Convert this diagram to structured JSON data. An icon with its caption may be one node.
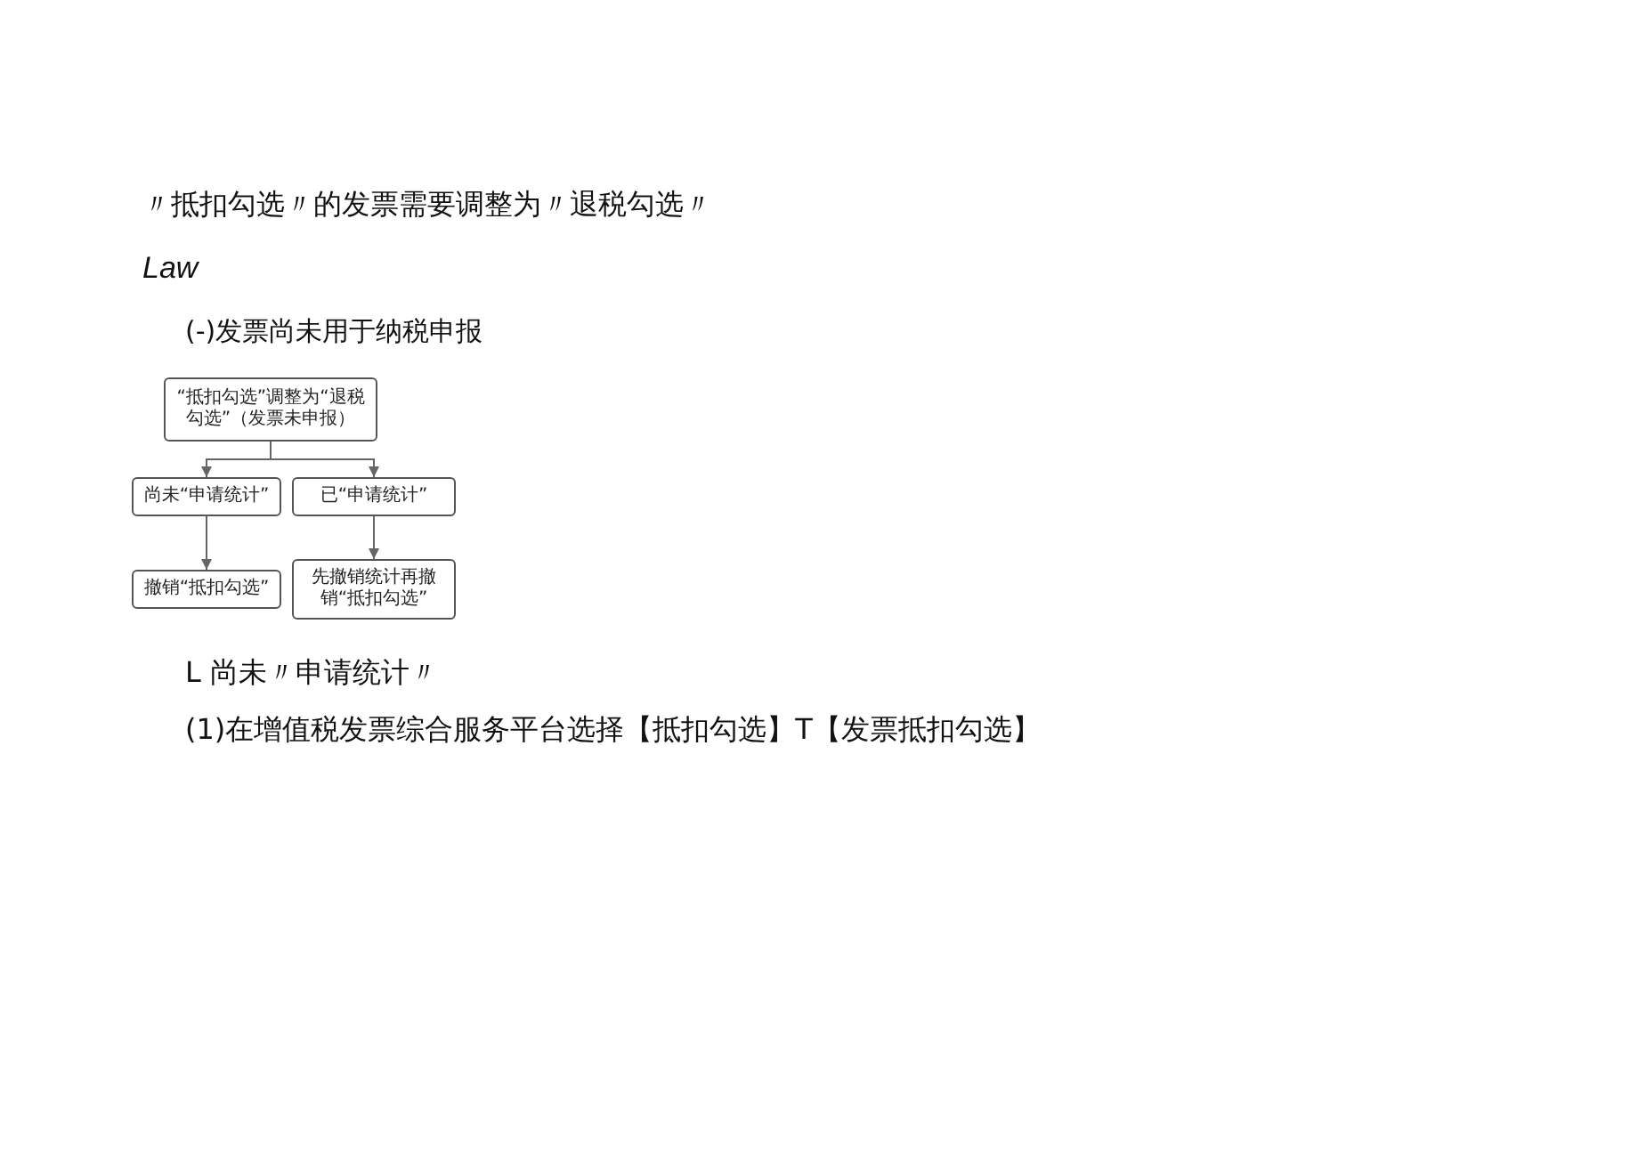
{
  "diagram": {
    "nodes": [
      {
        "text": [
          "“抵扣勾选”调整为“退税勾选”（发票未申报）"
        ]
      },
      {
        "text": [
          "尚未“申请统计”"
        ]
      },
      {
        "text": [
          "已“申请统计”"
        ]
      },
      {
        "text": [
          "撤销“抵扣勾选”"
        ]
      },
      {
        "text": [
          "先撤销统计再撤销“抵扣勾选”"
        ]
      }
    ],
    "edges": [
      {
        "from": 0,
        "to": 1,
        "arrow": "to"
      },
      {
        "from": 0,
        "to": 2,
        "arrow": "to"
      },
      {
        "from": 1,
        "to": 3,
        "arrow": "to"
      },
      {
        "from": 2,
        "to": 4,
        "arrow": "to"
      }
    ],
    "labels": [
      "〃抵扣勾选〃的发票需要调整为〃退税勾选〃",
      "Law",
      "(-)发票尚未用于纳税申报",
      "L 尚未〃申请统计〃",
      "(1)在增值税发票综合服务平台选择【抵扣勾选】T【发票抵扣勾选】"
    ]
  }
}
